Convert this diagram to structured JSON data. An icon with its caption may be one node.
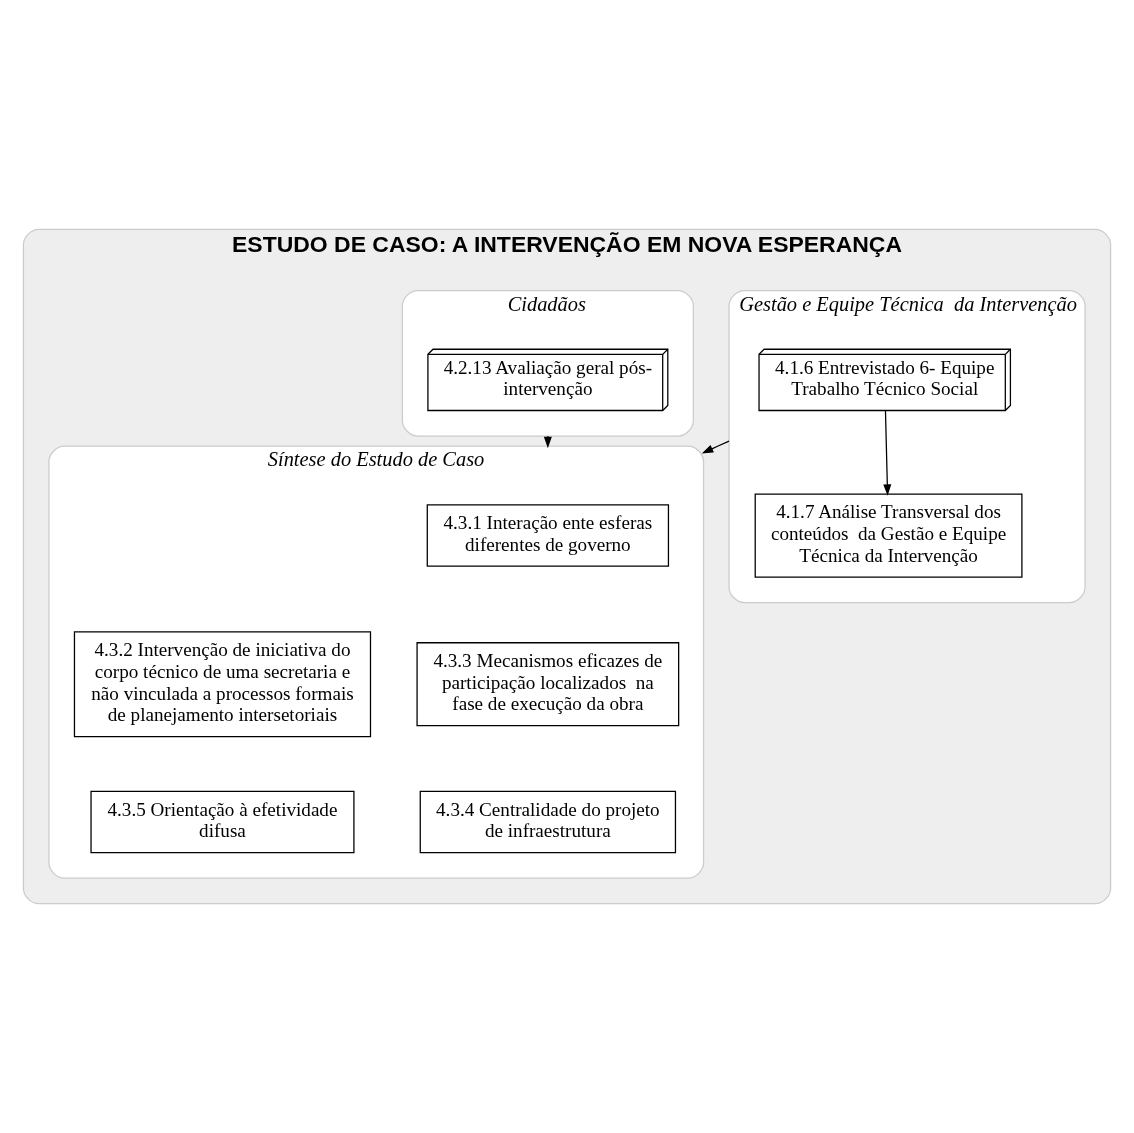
{
  "diagram": {
    "nodes": [
      {
        "text": [
          "ESTUDO DE CASO: A INTERVENÇÃO EM NOVA ESPERANÇA"
        ]
      },
      {
        "text": [
          "Gestão e Equipe Técnica  da Intervenção"
        ],
        "in": 0
      },
      {
        "text": [
          "4.1.6 Entrevistado 6- Equipe Trabalho Técnico Social"
        ],
        "in": 1
      },
      {
        "text": [
          "4.1.7 Análise Transversal dos conteúdos  da Gestão e Equipe Técnica da Intervenção"
        ],
        "in": 1
      },
      {
        "text": [
          "Cidadãos"
        ],
        "in": 0
      },
      {
        "text": [
          "4.2.13 Avaliação geral pós-intervenção"
        ],
        "in": 4
      },
      {
        "text": [
          "Síntese do Estudo de Caso"
        ],
        "in": 0
      },
      {
        "text": [
          "4.3.1 Interação ente esferas diferentes de governo"
        ],
        "in": 6
      },
      {
        "text": [
          "4.3.2 Intervenção de iniciativa do corpo técnico de uma secretaria e não vinculada a processos formais de planejamento intersetoriais"
        ],
        "in": 6
      },
      {
        "text": [
          "4.3.3 Mecanismos eficazes de participação localizados  na fase de execução da obra"
        ],
        "in": 6
      },
      {
        "text": [
          "4.3.4 Centralidade do projeto de infraestrutura"
        ],
        "in": 6
      },
      {
        "text": [
          "4.3.5 Orientação à efetividade difusa"
        ],
        "in": 6
      }
    ],
    "edges": [
      {
        "from": 2,
        "to": 3,
        "arrow": "to"
      },
      {
        "from": 1,
        "to": 6,
        "arrow": "to"
      },
      {
        "from": 4,
        "to": 6,
        "arrow": "to"
      }
    ]
  }
}
